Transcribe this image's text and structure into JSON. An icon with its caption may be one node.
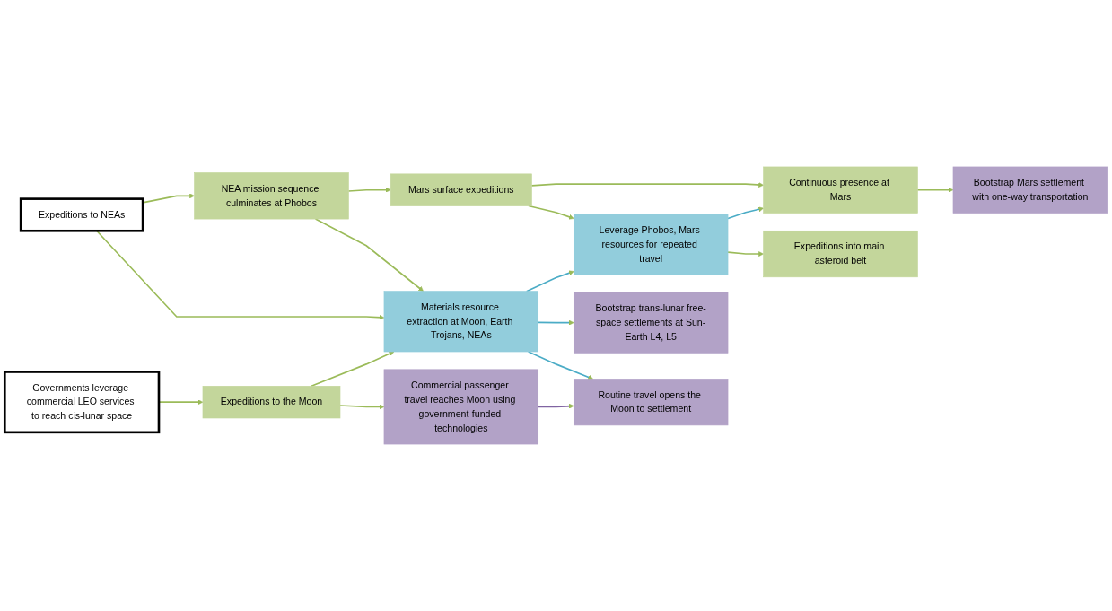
{
  "diagram": {
    "nodes": [
      {
        "text": [
          "Bootstrap Mars settlement with one-way transportation"
        ]
      },
      {
        "text": [
          "Expeditions to NEAs"
        ]
      },
      {
        "text": [
          "NEA mission sequence culminates at Phobos"
        ]
      },
      {
        "text": [
          "Mars surface expeditions"
        ]
      },
      {
        "text": [
          "Continuous presence at Mars"
        ]
      },
      {
        "text": [
          "Leverage Phobos, Mars resources for repeated travel"
        ]
      },
      {
        "text": [
          "Governments leverage commercial LEO services to reach cis-lunar space"
        ]
      },
      {
        "text": [
          "Expeditions into main asteroid belt"
        ]
      },
      {
        "text": [
          "Materials resource extraction at Moon, Earth Trojans, NEAs"
        ]
      },
      {
        "text": [
          "Bootstrap trans-lunar free-space settlements at Sun-Earth L4, L5"
        ]
      },
      {
        "text": [
          "Expeditions to the Moon"
        ]
      },
      {
        "text": [
          "Commercial passenger travel reaches Moon using government-funded technologies"
        ]
      },
      {
        "text": [
          "Routine travel opens the Moon to settlement"
        ]
      }
    ],
    "edges": [
      {
        "from": 1,
        "to": 2,
        "arrow": "to"
      },
      {
        "from": 1,
        "to": 8,
        "arrow": "to"
      },
      {
        "from": 2,
        "to": 3,
        "arrow": "to"
      },
      {
        "from": 3,
        "to": 4,
        "arrow": "to"
      },
      {
        "from": 4,
        "to": 0,
        "arrow": "to"
      },
      {
        "from": 2,
        "to": 8,
        "arrow": "to"
      },
      {
        "from": 3,
        "to": 5,
        "arrow": "to"
      },
      {
        "from": 6,
        "to": 10,
        "arrow": "to"
      },
      {
        "from": 10,
        "to": 8,
        "arrow": "to"
      },
      {
        "from": 10,
        "to": 11,
        "arrow": "to"
      },
      {
        "from": 11,
        "to": 12,
        "arrow": "to",
        "color": "#8064a2"
      },
      {
        "from": 8,
        "to": 5,
        "arrow": "to",
        "color": "#4bacc6"
      },
      {
        "from": 8,
        "to": 9,
        "arrow": "to",
        "color": "#4bacc6"
      },
      {
        "from": 8,
        "to": 12,
        "arrow": "to",
        "color": "#4bacc6"
      },
      {
        "from": 5,
        "to": 4,
        "arrow": "to",
        "color": "#4bacc6"
      },
      {
        "from": 5,
        "to": 7,
        "arrow": "to"
      }
    ]
  }
}
